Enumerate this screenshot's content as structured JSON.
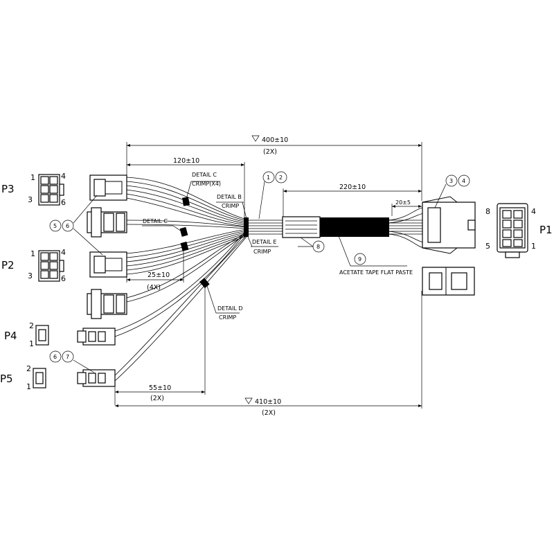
{
  "dimensions": {
    "top_overall": "400±10",
    "top_overall_qty": "(2X)",
    "top_branch": "120±10",
    "main_run": "220±10",
    "p1_strip": "20±5",
    "mid_branch": "25±10",
    "mid_branch_qty": "(4X)",
    "low_branch": "55±10",
    "low_branch_qty": "(2X)",
    "bottom_overall": "410±10",
    "bottom_overall_qty": "(2X)"
  },
  "callouts": {
    "detail_c_top": "DETAIL C",
    "crimp_x4": "CRIMP(X4)",
    "detail_b": "DETAIL B",
    "crimp_b": "CRIMP",
    "detail_c_mid": "DETAIL C",
    "detail_e": "DETAIL E",
    "crimp_e": "CRIMP",
    "detail_d": "DETAIL D",
    "crimp_d": "CRIMP",
    "tape": "ACETATE TAPE FLAT PASTE"
  },
  "balloons": {
    "b1": "1",
    "b2": "2",
    "b3": "3",
    "b4": "4",
    "b5": "5",
    "b6": "6",
    "b6b": "6",
    "b7": "7",
    "b8": "8",
    "b9": "9"
  },
  "connectors": {
    "p1": {
      "name": "P1",
      "pin_tl": "8",
      "pin_tr": "4",
      "pin_bl": "5",
      "pin_br": "1"
    },
    "p2": {
      "name": "P2",
      "pin_tl": "1",
      "pin_tr": "4",
      "pin_bl": "3",
      "pin_br": "6"
    },
    "p3": {
      "name": "P3",
      "pin_tl": "1",
      "pin_tr": "4",
      "pin_bl": "3",
      "pin_br": "6"
    },
    "p4": {
      "name": "P4",
      "pin_t": "2",
      "pin_b": "1"
    },
    "p5": {
      "name": "P5",
      "pin_t": "2",
      "pin_b": "1"
    }
  },
  "style": {
    "ink": "#000000",
    "paper": "#ffffff"
  }
}
